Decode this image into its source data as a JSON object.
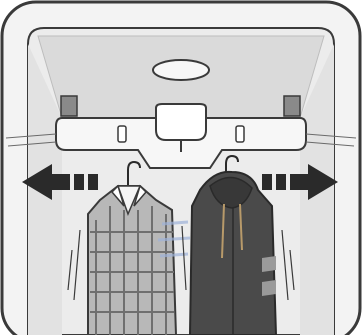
{
  "illustration": {
    "subject": "clothes-care-cabinet-interior",
    "arrows": {
      "left": "arrow-left-icon",
      "right": "arrow-right-icon"
    },
    "garments": [
      "plaid-shirt",
      "hoodie"
    ],
    "colors": {
      "outline": "#3a3a3a",
      "cabinet_frame": "#f3f3f3",
      "interior_wall": "#e6e6e6",
      "ceiling": "#d9d9d9",
      "hanger_bar": "#f5f5f5",
      "arrow": "#2a2a2a",
      "shirt": "#b8b8b8",
      "shirt_grid": "#6f6f6f",
      "hoodie": "#4a4a4a",
      "hoodie_stripe": "#9a9a9a",
      "steam": "#9fb3d9"
    }
  }
}
